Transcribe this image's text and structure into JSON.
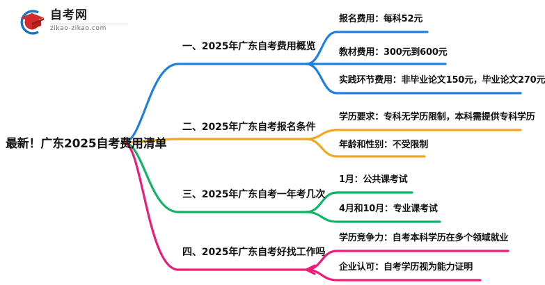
{
  "logo": {
    "name_cn": "自考网",
    "domain": "zikao-zikao.com",
    "icon": "graduation-cap-logo-icon",
    "colors": {
      "ring": "#1a74c4",
      "cap": "#d22b2b"
    }
  },
  "mindmap": {
    "root": "最新！广东2025自考费用清单",
    "branches": [
      {
        "label": "一、2025年广东自考费用概览",
        "color": "#1f7fe0",
        "leaves": [
          "报名费用：每科52元",
          "教材费用：300元到600元",
          "实践环节费用：非毕业论文150元，毕业论文270元"
        ]
      },
      {
        "label": "二、2025年广东自考报名条件",
        "color": "#efa820",
        "leaves": [
          "学历要求：专科无学历限制，本科需提供专科学历",
          "年龄和性别：不受限制"
        ]
      },
      {
        "label": "三、2025年广东自考一年考几次",
        "color": "#0fb465",
        "leaves": [
          "1月：公共课考试",
          "4月和10月：专业课考试"
        ]
      },
      {
        "label": "四、2025年广东自考好找工作吗",
        "color": "#ec1d7a",
        "leaves": [
          "学历竞争力：自考本科学历在多个领域就业",
          "企业认可：自考学历视为能力证明"
        ]
      }
    ]
  }
}
